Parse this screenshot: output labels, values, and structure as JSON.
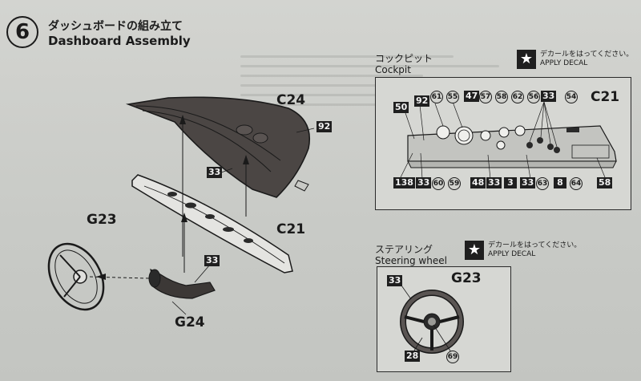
{
  "step": {
    "number": "6",
    "title_jp": "ダッシュボードの組み立て",
    "title_en": "Dashboard Assembly"
  },
  "assembly": {
    "c24": "C24",
    "c21": "C21",
    "g23": "G23",
    "g24": "G24",
    "part_92": "92",
    "part_33a": "33",
    "part_33b": "33"
  },
  "cockpit": {
    "label_jp": "コックピット",
    "label_en": "Cockpit",
    "part": "C21",
    "decal_jp": "デカールをはってください。",
    "decal_en": "APPLY DECAL",
    "top_labels": [
      "61",
      "55",
      "47",
      "57",
      "58",
      "62",
      "56",
      "33",
      "54"
    ],
    "left_labels": [
      "50",
      "92"
    ],
    "bottom_labels": [
      "138",
      "33",
      "60",
      "59",
      "48",
      "33",
      "3",
      "33",
      "63",
      "8",
      "64",
      "58"
    ]
  },
  "steering": {
    "label_jp": "ステアリング",
    "label_en": "Steering wheel",
    "part": "G23",
    "decal_jp": "デカールをはってください。",
    "decal_en": "APPLY DECAL",
    "labels": [
      "33",
      "28",
      "69"
    ]
  }
}
